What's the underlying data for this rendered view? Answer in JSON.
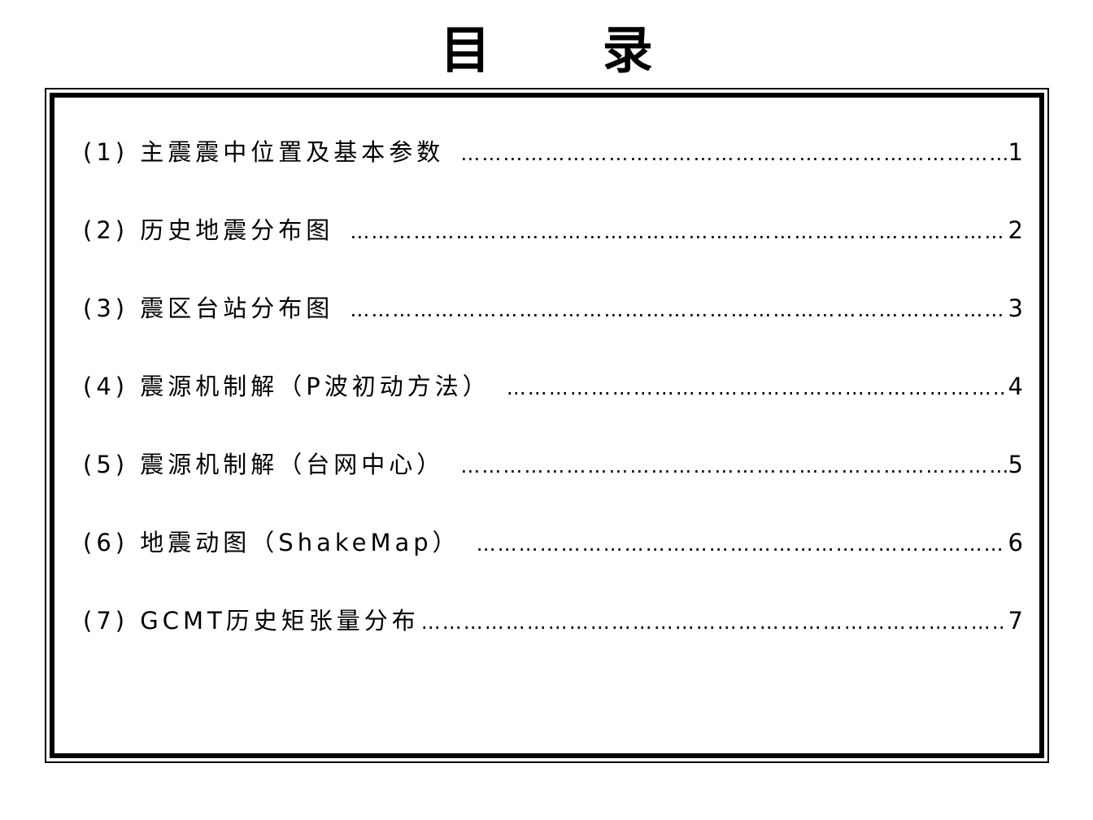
{
  "document": {
    "title": "目 录",
    "entries": [
      {
        "label": "(1) 主震震中位置及基本参数",
        "page": "1"
      },
      {
        "label": "(2) 历史地震分布图",
        "page": "2"
      },
      {
        "label": "(3) 震区台站分布图",
        "page": "3"
      },
      {
        "label": "(4) 震源机制解（P波初动方法）",
        "page": "4"
      },
      {
        "label": "(5) 震源机制解（台网中心）",
        "page": "5"
      },
      {
        "label": "(6) 地震动图（ShakeMap）",
        "page": "6"
      },
      {
        "label": "(7) GCMT历史矩张量分布",
        "page": "7"
      }
    ]
  }
}
